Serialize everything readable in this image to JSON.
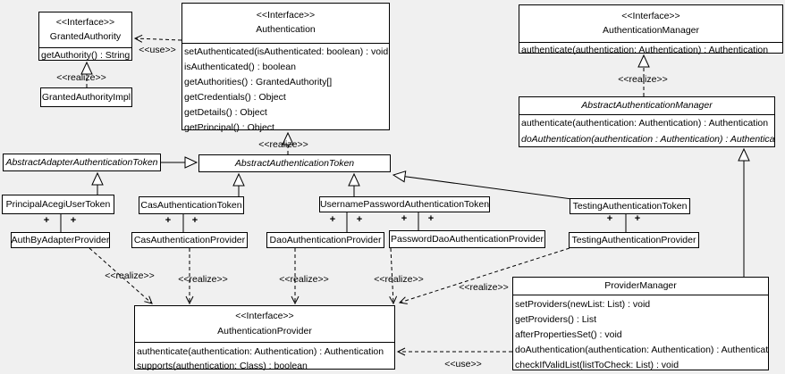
{
  "colors": {
    "background": "#f0f0f0",
    "box_fill": "#ffffff",
    "line": "#000000"
  },
  "labels": {
    "use": "<<use>>",
    "realize": "<<realize>>",
    "plus": "+"
  },
  "classes": {
    "grantedAuthority": {
      "stereotype": "<<Interface>>",
      "name": "GrantedAuthority",
      "methods": [
        "getAuthority() : String"
      ]
    },
    "grantedAuthorityImpl": {
      "name": "GrantedAuthorityImpl"
    },
    "authentication": {
      "stereotype": "<<Interface>>",
      "name": "Authentication",
      "methods": [
        "setAuthenticated(isAuthenticated: boolean) : void",
        "isAuthenticated() : boolean",
        "getAuthorities() : GrantedAuthority[]",
        "getCredentials() : Object",
        "getDetails() : Object",
        "getPrincipal() : Object"
      ]
    },
    "authenticationManager": {
      "stereotype": "<<Interface>>",
      "name": "AuthenticationManager",
      "methods": [
        "authenticate(authentication: Authentication) : Authentication"
      ]
    },
    "abstractAuthenticationManager": {
      "name": "AbstractAuthenticationManager",
      "methods": [
        "authenticate(authentication: Authentication) : Authentication",
        "doAuthentication(authentication : Authentication) : Authentication"
      ]
    },
    "abstractAdapterAuthenticationToken": {
      "name": "AbstractAdapterAuthenticationToken"
    },
    "abstractAuthenticationToken": {
      "name": "AbstractAuthenticationToken"
    },
    "principalAcegiUserToken": {
      "name": "PrincipalAcegiUserToken"
    },
    "casAuthenticationToken": {
      "name": "CasAuthenticationToken"
    },
    "usernamePasswordAuthenticationToken": {
      "name": "UsernamePasswordAuthenticationToken"
    },
    "testingAuthenticationToken": {
      "name": "TestingAuthenticationToken"
    },
    "authByAdapterProvider": {
      "name": "AuthByAdapterProvider"
    },
    "casAuthenticationProvider": {
      "name": "CasAuthenticationProvider"
    },
    "daoAuthenticationProvider": {
      "name": "DaoAuthenticationProvider"
    },
    "passwordDaoAuthenticationProvider": {
      "name": "PasswordDaoAuthenticationProvider"
    },
    "testingAuthenticationProvider": {
      "name": "TestingAuthenticationProvider"
    },
    "authenticationProvider": {
      "stereotype": "<<Interface>>",
      "name": "AuthenticationProvider",
      "methods": [
        "authenticate(authentication: Authentication) : Authentication",
        "supports(authentication: Class) : boolean"
      ]
    },
    "providerManager": {
      "name": "ProviderManager",
      "methods": [
        "setProviders(newList: List) : void",
        "getProviders() : List",
        "afterPropertiesSet() : void",
        "doAuthentication(authentication: Authentication) : Authentication",
        "checkIfValidList(listToCheck: List) : void"
      ]
    }
  }
}
